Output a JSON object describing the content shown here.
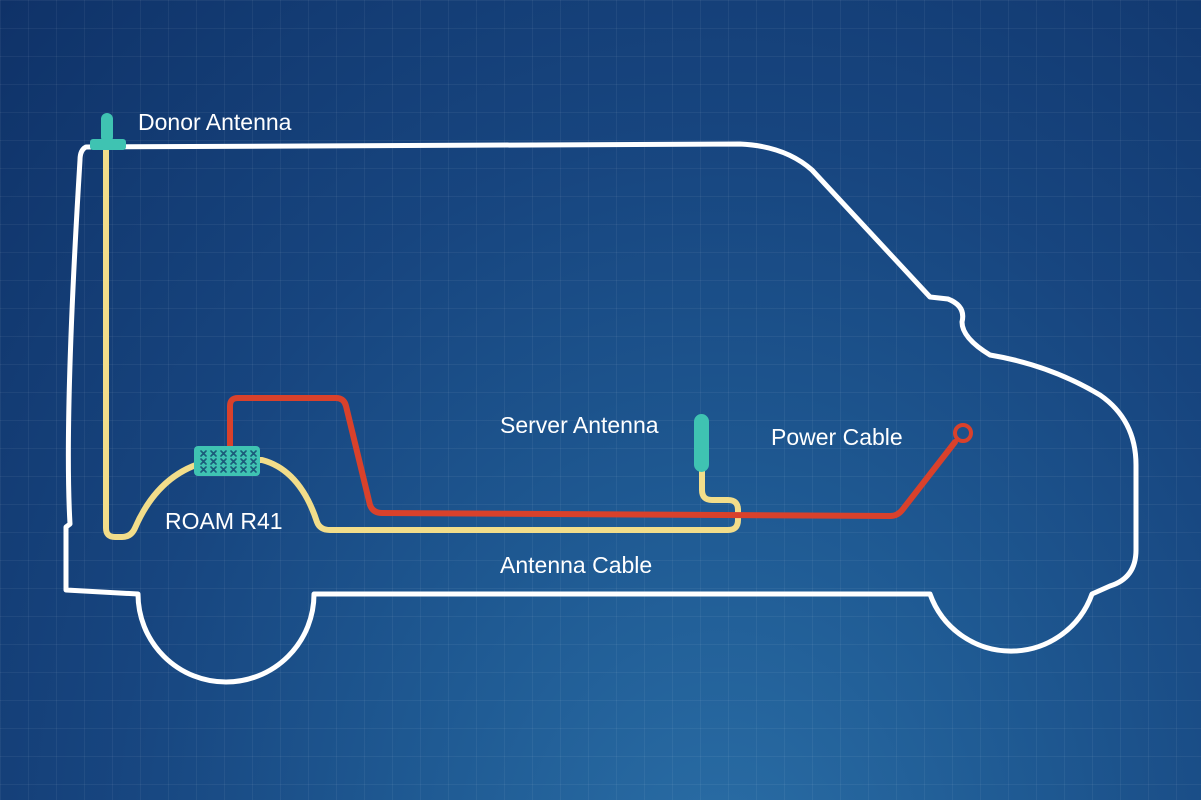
{
  "labels": {
    "donor_antenna": "Donor Antenna",
    "server_antenna": "Server Antenna",
    "power_cable": "Power Cable",
    "booster": "ROAM R41",
    "antenna_cable": "Antenna Cable"
  },
  "colors": {
    "background": "#17457f",
    "van_outline": "#ffffff",
    "antenna_cable": "#f2dd8a",
    "power_cable": "#d9412b",
    "antenna_and_booster": "#3fc3b2"
  }
}
